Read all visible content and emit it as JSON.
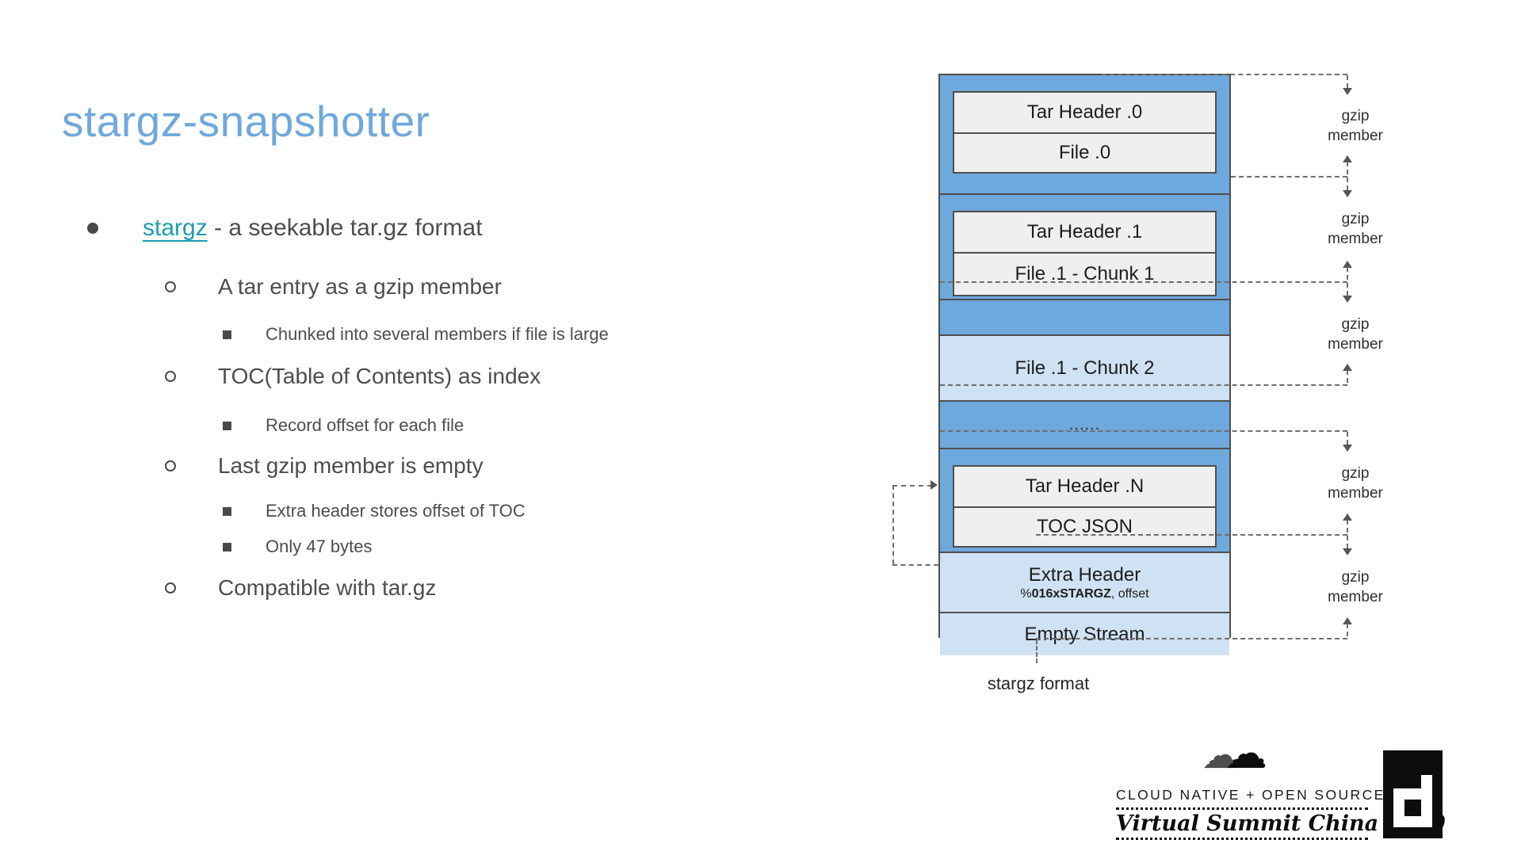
{
  "title": "stargz-snapshotter",
  "bullets": {
    "level1": {
      "link": "stargz",
      "rest": " - a seekable tar.gz format"
    },
    "sub": [
      {
        "text": "A tar entry as a gzip member"
      },
      {
        "text": "Chunked into several members if file is large"
      },
      {
        "text": "TOC(Table of Contents) as index"
      },
      {
        "text": "Record offset for each file"
      },
      {
        "text": "Last gzip member is empty"
      },
      {
        "text": "Extra header stores offset of TOC"
      },
      {
        "text": "Only 47 bytes"
      },
      {
        "text": "Compatible with tar.gz"
      }
    ]
  },
  "diagram": {
    "boxes": {
      "tar_header_0": "Tar Header .0",
      "file_0": "File .0",
      "tar_header_1": "Tar Header .1",
      "file_1_chunk_1": "File .1 - Chunk 1",
      "file_1_chunk_2": "File .1 - Chunk 2",
      "ellipsis": "......",
      "tar_header_n": "Tar Header .N",
      "toc_json": "TOC JSON",
      "extra_header": "Extra Header",
      "extra_header_sub_prefix": "%",
      "extra_header_sub_bold": "016xSTARGZ",
      "extra_header_sub_suffix": ", offset",
      "empty_stream": "Empty Stream"
    },
    "gzip_label_line1": "gzip",
    "gzip_label_line2": "member",
    "caption": "stargz format",
    "colors": {
      "member_blue": "#6fa8dc",
      "chunk_light_blue": "#cfe2f3",
      "box_gray": "#efefef"
    }
  },
  "footer": {
    "banner_line1": "CLOUD NATIVE + OPEN SOURCE",
    "banner_line2": "Virtual Summit China 2020",
    "icons": {
      "cloud": "cloud-icon",
      "containerd": "containerd-d-logo"
    }
  }
}
